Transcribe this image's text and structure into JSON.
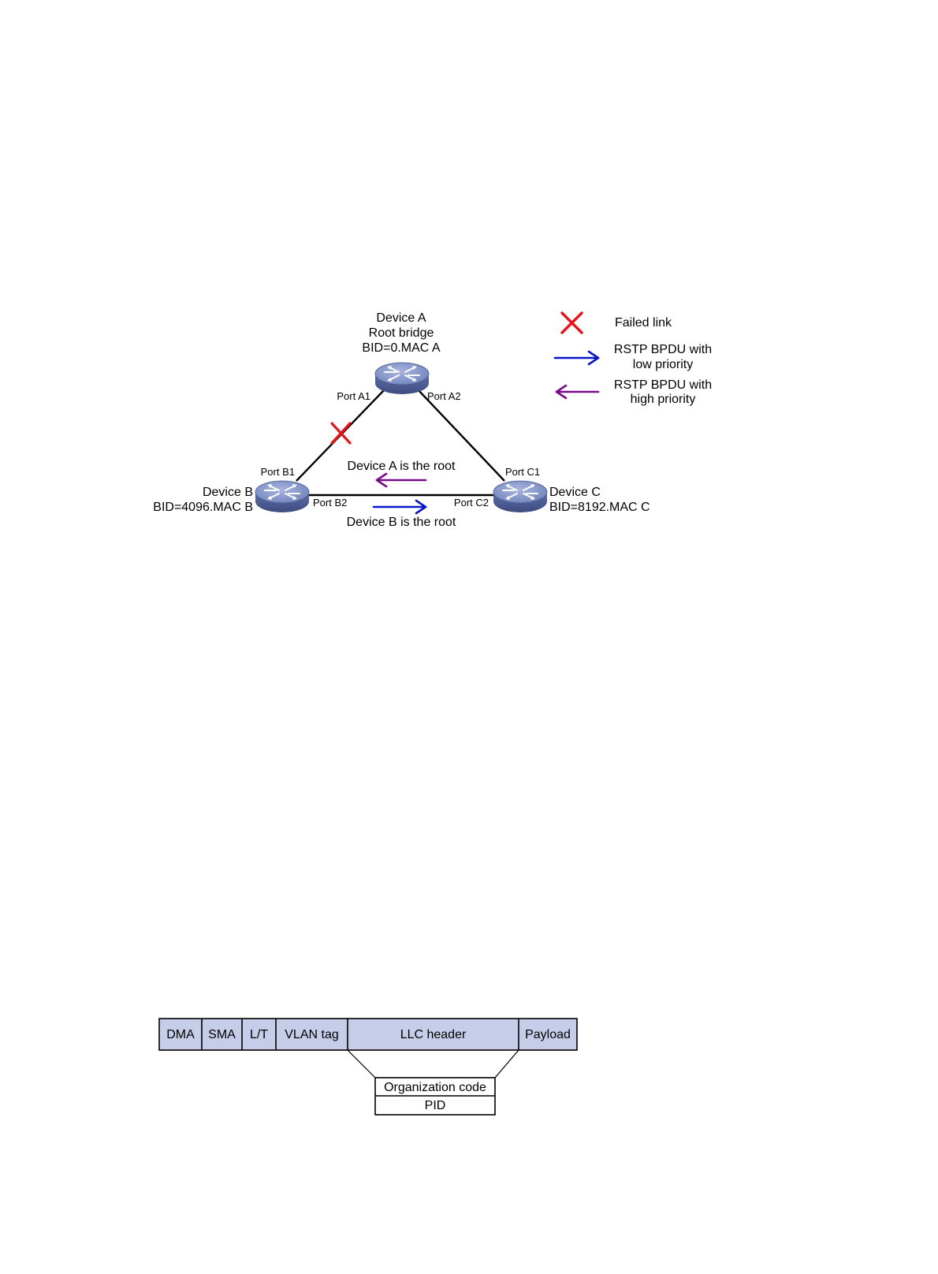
{
  "topology": {
    "device_a": {
      "name": "Device A",
      "role": "Root bridge",
      "bid": "BID=0.MAC A"
    },
    "device_b": {
      "name": "Device B",
      "bid": "BID=4096.MAC B"
    },
    "device_c": {
      "name": "Device C",
      "bid": "BID=8192.MAC C"
    },
    "ports": {
      "a1": "Port A1",
      "a2": "Port A2",
      "b1": "Port B1",
      "b2": "Port B2",
      "c1": "Port C1",
      "c2": "Port C2"
    },
    "messages": {
      "top": "Device A is the root",
      "bottom": "Device B is the root"
    }
  },
  "legend": {
    "failed_link": "Failed link",
    "low_priority_line1": "RSTP BPDU with",
    "low_priority_line2": "low priority",
    "high_priority_line1": "RSTP BPDU with",
    "high_priority_line2": "high priority"
  },
  "colors": {
    "failed_link": "#e8141b",
    "low_priority_arrow": "#0a14c8",
    "high_priority_arrow": "#7a0a8c",
    "device_body": "#6b7fb8",
    "frame_fill": "#c6cde8"
  },
  "frame": {
    "fields": [
      "DMA",
      "SMA",
      "L/T",
      "VLAN tag",
      "LLC header",
      "Payload"
    ],
    "llc_subfields": [
      "Organization code",
      "PID"
    ]
  }
}
